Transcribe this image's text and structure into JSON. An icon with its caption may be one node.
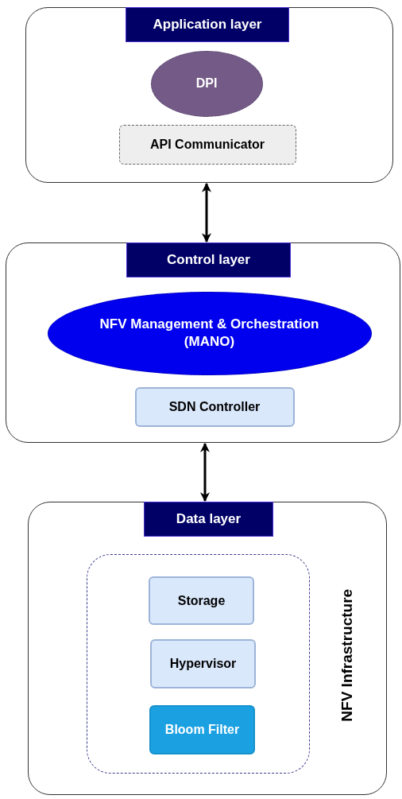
{
  "diagram": {
    "nodes": [
      {
        "text": [
          "Application layer"
        ]
      },
      {
        "text": [
          "DPI"
        ],
        "in": 0
      },
      {
        "text": [
          "API Communicator"
        ],
        "in": 0
      },
      {
        "text": [
          "Control layer"
        ]
      },
      {
        "text": [
          "NFV Management & Orchestration (MANO)"
        ],
        "in": 3
      },
      {
        "text": [
          "SDN Controller"
        ],
        "in": 3
      },
      {
        "text": [
          "Data layer"
        ]
      },
      {
        "text": [],
        "shape": "box",
        "in": 6,
        "beside": [
          "NFV Infrastructure"
        ]
      },
      {
        "text": [
          "Storage"
        ],
        "in": 7
      },
      {
        "text": [
          "Hypervisor"
        ],
        "in": 7
      },
      {
        "text": [
          "Bloom Filter"
        ],
        "in": 7
      }
    ],
    "edges": [
      {
        "from": 0,
        "to": 3,
        "arrow": "both"
      },
      {
        "from": 3,
        "to": 6,
        "arrow": "both"
      }
    ]
  }
}
